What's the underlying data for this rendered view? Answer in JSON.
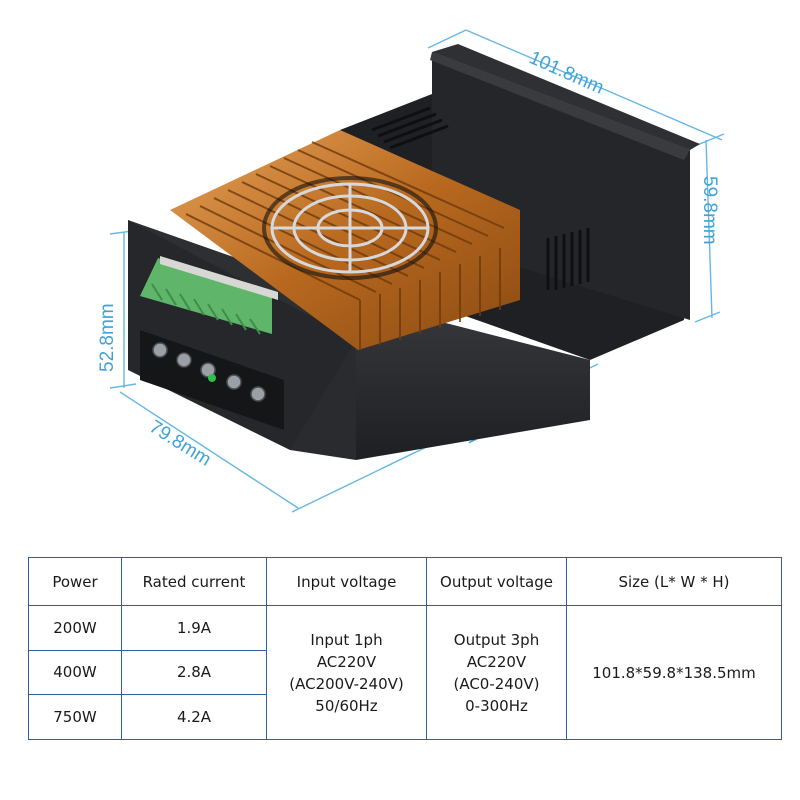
{
  "dimensions": {
    "length": "101.8mm",
    "height_right": "59.8mm",
    "height_left": "52.8mm",
    "width": "79.8mm",
    "depth": "138.5mm"
  },
  "colors": {
    "dimension_lines": "#66b6e6",
    "table_border": "#2f5f9f",
    "heatsink": "#c97a2b",
    "housing": "#2b2d30",
    "terminal_green": "#5fb56a"
  },
  "table": {
    "headers": [
      "Power",
      "Rated current",
      "Input voltage",
      "Output voltage",
      "Size (L* W * H)"
    ],
    "rows": [
      {
        "power": "200W",
        "current": "1.9A"
      },
      {
        "power": "400W",
        "current": "2.8A"
      },
      {
        "power": "750W",
        "current": "4.2A"
      }
    ],
    "input_voltage": [
      "Input 1ph",
      "AC220V",
      "(AC200V-240V)",
      "50/60Hz"
    ],
    "output_voltage": [
      "Output 3ph",
      "AC220V",
      "(AC0-240V)",
      "0-300Hz"
    ],
    "size": "101.8*59.8*138.5mm"
  }
}
